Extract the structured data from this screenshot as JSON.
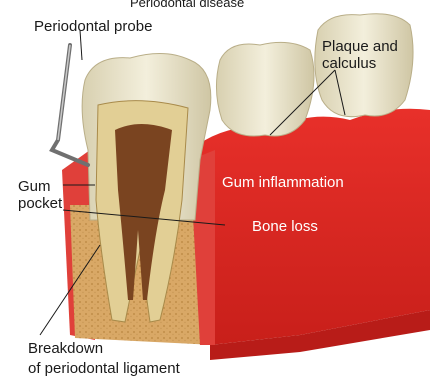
{
  "labels": {
    "top_cut": "Periodontal disease",
    "probe": "Periodontal probe",
    "plaque_line1": "Plaque and",
    "plaque_line2": "calculus",
    "gum_inflammation": "Gum inflammation",
    "gum_pocket_line1": "Gum",
    "gum_pocket_line2": "pocket",
    "bone_loss": "Bone loss",
    "breakdown_line1": "Breakdown",
    "breakdown_line2": "of periodontal ligament"
  },
  "colors": {
    "gum": "#e8302a",
    "gum_dark": "#b81c18",
    "bone": "#d9a866",
    "enamel": "#ece6cf",
    "dentin": "#e2cf95",
    "pulp": "#7a4420",
    "probe": "#707070"
  }
}
